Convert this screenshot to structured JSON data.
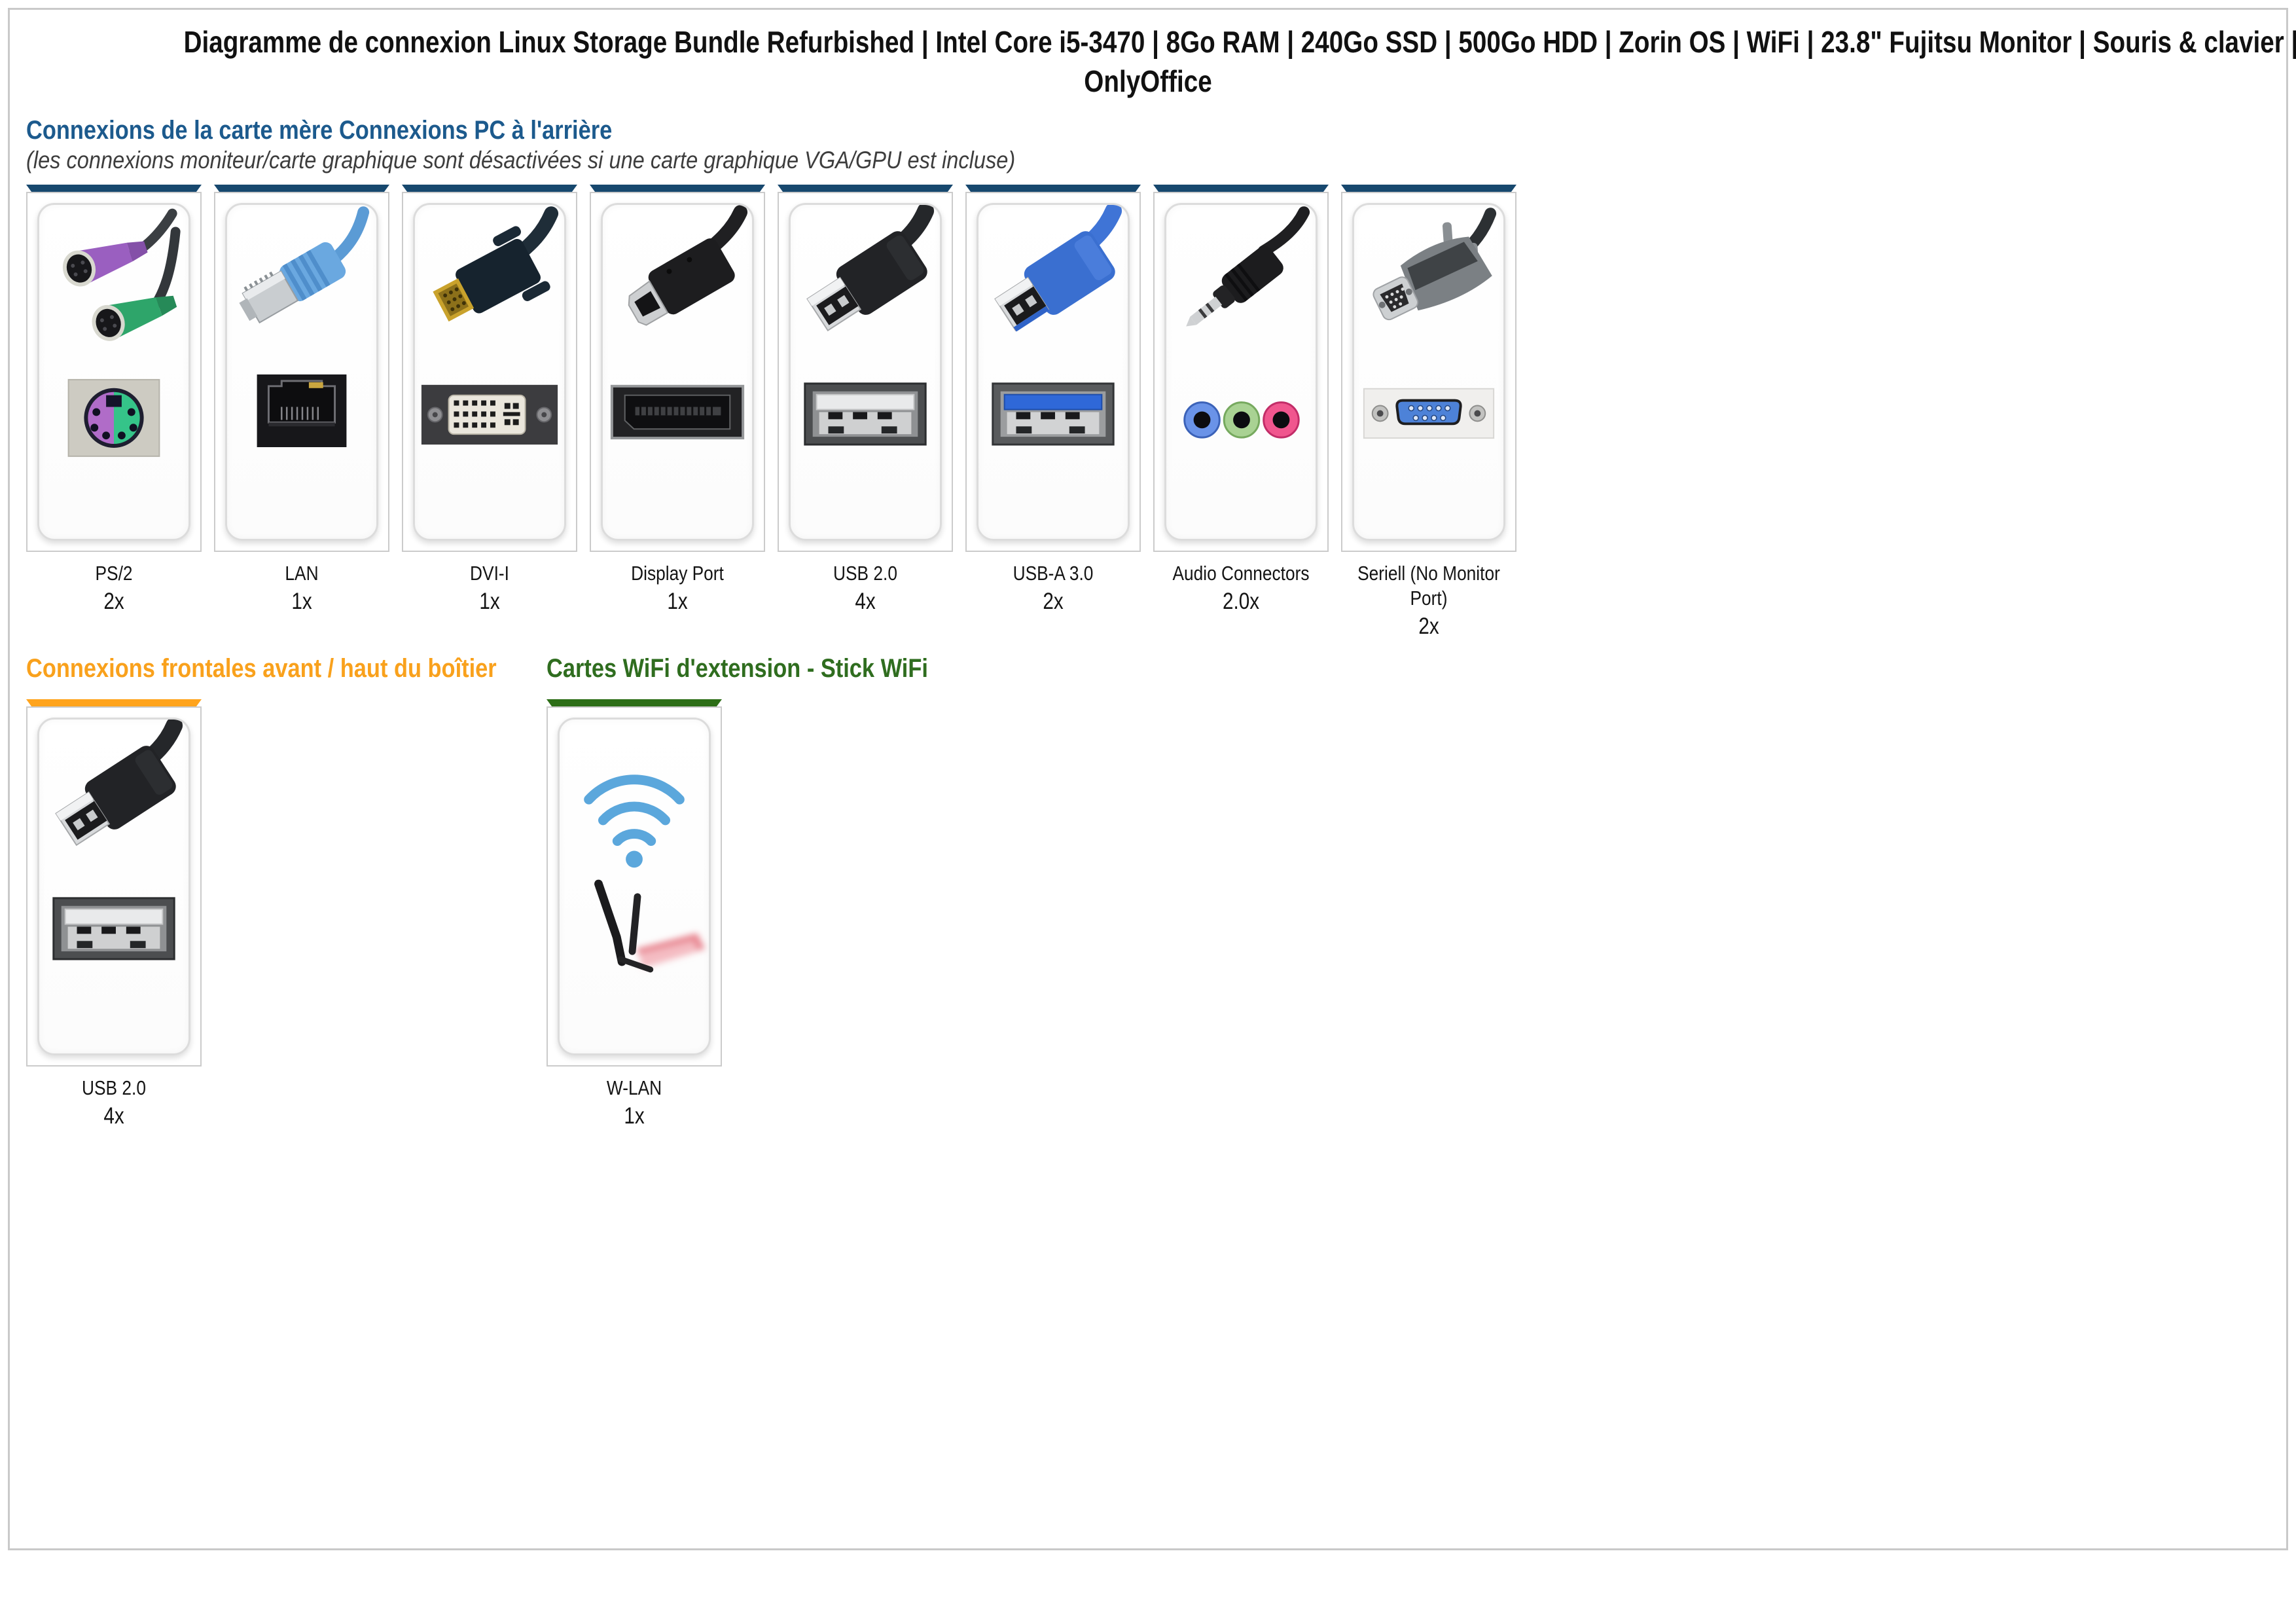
{
  "page": {
    "title_line1": "Diagramme de connexion Linux Storage Bundle Refurbished | Intel Core i5-3470 | 8Go RAM | 240Go SSD | 500Go HDD | Zorin OS | WiFi | 23.8\" Fujitsu Monitor | Souris & clavier |",
    "title_line2": "OnlyOffice"
  },
  "colors": {
    "rear_bar": "#17486e",
    "front_bar": "#ffa41d",
    "wifi_bar": "#2d6e17",
    "rear_heading": "#1c5a8d",
    "front_heading": "#f9a11c",
    "wifi_heading": "#2f6d1f"
  },
  "sections": {
    "rear": {
      "heading": "Connexions de la carte mère Connexions PC à l'arrière",
      "note": "(les connexions moniteur/carte graphique sont désactivées si une carte graphique VGA/GPU est incluse)",
      "items": [
        {
          "label": "PS/2",
          "count": "2x"
        },
        {
          "label": "LAN",
          "count": "1x"
        },
        {
          "label": "DVI-I",
          "count": "1x"
        },
        {
          "label": "Display Port",
          "count": "1x"
        },
        {
          "label": "USB 2.0",
          "count": "4x"
        },
        {
          "label": "USB-A 3.0",
          "count": "2x"
        },
        {
          "label": "Audio Connectors",
          "count": "2.0x"
        },
        {
          "label": "Seriell (No Monitor Port)",
          "count": "2x"
        }
      ]
    },
    "front": {
      "heading": "Connexions frontales avant / haut du boîtier",
      "items": [
        {
          "label": "USB 2.0",
          "count": "4x"
        }
      ]
    },
    "wifi": {
      "heading": "Cartes WiFi d'extension - Stick WiFi",
      "items": [
        {
          "label": "W-LAN",
          "count": "1x"
        }
      ]
    }
  }
}
